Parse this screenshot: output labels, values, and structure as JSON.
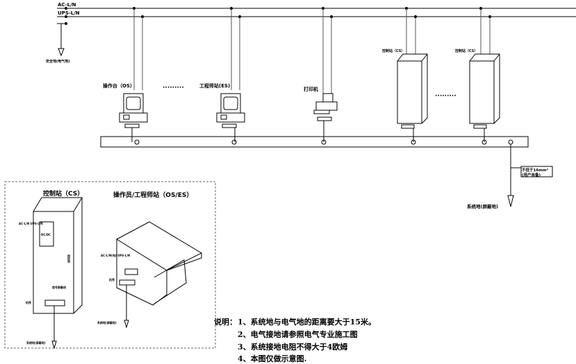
{
  "power": {
    "ac_label": "AC-L/N",
    "ups_label": "UPS-L/N",
    "safety_ground": "安全地(电气地)"
  },
  "stations": {
    "os": "操作台（OS）",
    "ellipsis": "·········",
    "es": "工程师站(ES)",
    "printer": "打印机",
    "cs1": "控制站（CS）",
    "cs2": "控制站（CS）",
    "ellipsis2": "·········"
  },
  "ground": {
    "wire_spec": "不低于16mm²",
    "wire_note": "(用户自备)",
    "system_ground": "系统地(屏蔽地)"
  },
  "detail": {
    "cs_title": "控制站（CS）",
    "oses_title": "操作员/工程师站（OS/ES）",
    "cs_power": "AC-L/N UPS-L/N",
    "cs_psu": "DC/DC",
    "cs_signal": "信号屏蔽线",
    "cs_chassis": "机壳",
    "cs_ground": "系统地(屏蔽地)",
    "os_power": "AC-L/N(电) UPS-L/N",
    "os_chassis": "机壳",
    "os_ground": "系统地(屏蔽地)"
  },
  "notes": {
    "heading": "说明：",
    "items": [
      "1、系统地与电气地的距离要大于15米。",
      "2、电气接地请参照电气专业施工图",
      "3、系统接地电阻不得大于4欧姆",
      "4、本图仅做示意图."
    ]
  }
}
